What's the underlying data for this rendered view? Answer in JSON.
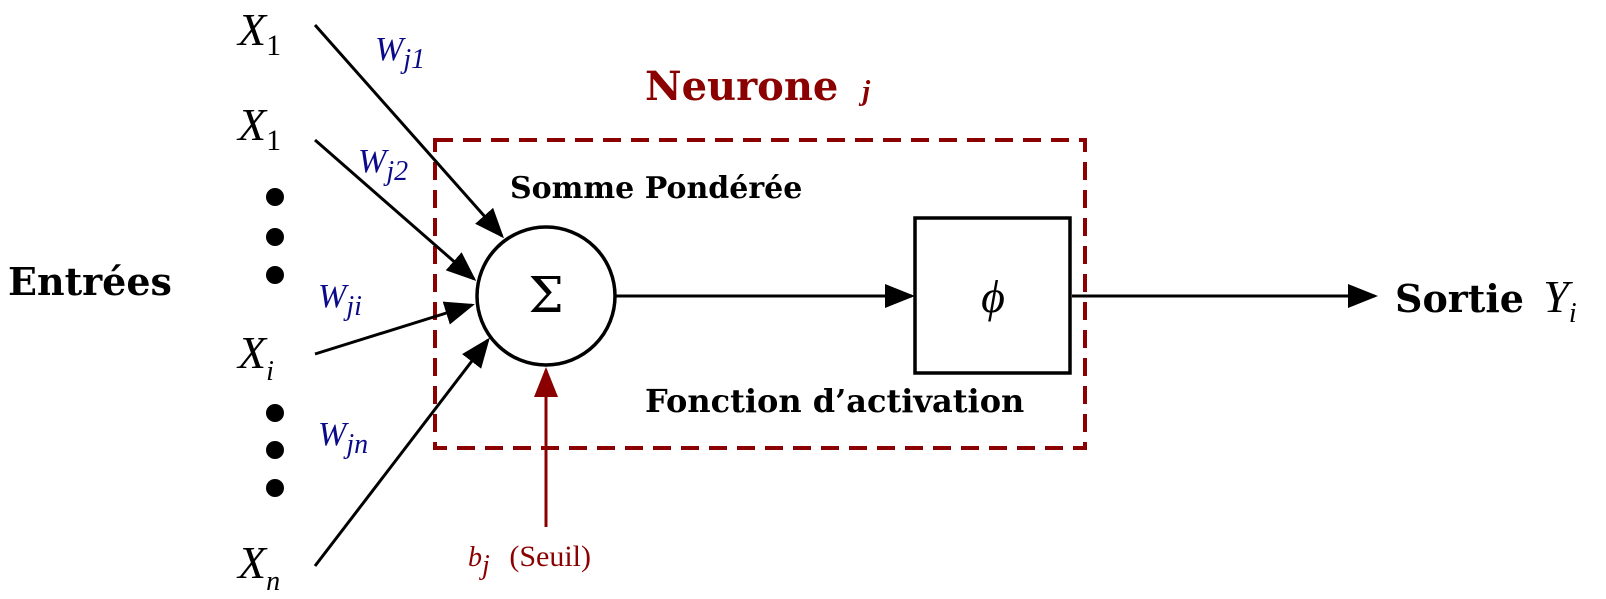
{
  "colors": {
    "line": "#000000",
    "weight": "#0b0b8a",
    "neuron": "#8b0000"
  },
  "neuron": {
    "title_word": "Neurone",
    "title_var": "j"
  },
  "inputs": {
    "label": "Entrées",
    "items": [
      {
        "base": "X",
        "sub": "1"
      },
      {
        "base": "X",
        "sub": "1"
      },
      {
        "base": "X",
        "sub": "i"
      },
      {
        "base": "X",
        "sub": "n"
      }
    ]
  },
  "weights": [
    {
      "base": "W",
      "sub": "j1"
    },
    {
      "base": "W",
      "sub": "j2"
    },
    {
      "base": "W",
      "sub": "ji"
    },
    {
      "base": "W",
      "sub": "jn"
    }
  ],
  "sum_node": {
    "label": "Somme Pondérée",
    "symbol": "Σ"
  },
  "activation": {
    "label": "Fonction d’activation",
    "symbol": "ϕ"
  },
  "bias": {
    "base": "b",
    "sub": "j",
    "note": "(Seuil)"
  },
  "output": {
    "word": "Sortie",
    "base": "Y",
    "sub": "i"
  }
}
